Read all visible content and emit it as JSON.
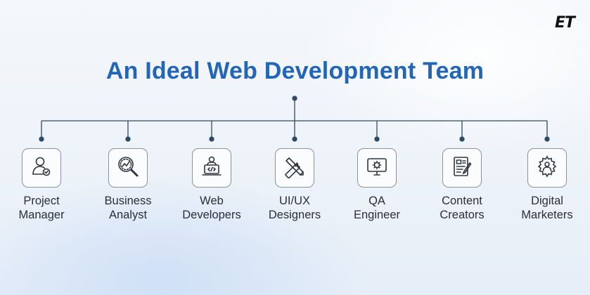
{
  "logo": "ET",
  "title": "An Ideal Web Development Team",
  "accent_color": "#2366b8",
  "roles": [
    {
      "line1": "Project",
      "line2": "Manager",
      "icon": "user-check-icon"
    },
    {
      "line1": "Business",
      "line2": "Analyst",
      "icon": "magnifier-chart-icon"
    },
    {
      "line1": "Web",
      "line2": "Developers",
      "icon": "developer-laptop-icon"
    },
    {
      "line1": "UI/UX",
      "line2": "Designers",
      "icon": "pencil-ruler-icon"
    },
    {
      "line1": "QA",
      "line2": "Engineer",
      "icon": "monitor-gear-icon"
    },
    {
      "line1": "Content",
      "line2": "Creators",
      "icon": "document-pen-icon"
    },
    {
      "line1": "Digital",
      "line2": "Marketers",
      "icon": "gear-person-icon"
    }
  ]
}
